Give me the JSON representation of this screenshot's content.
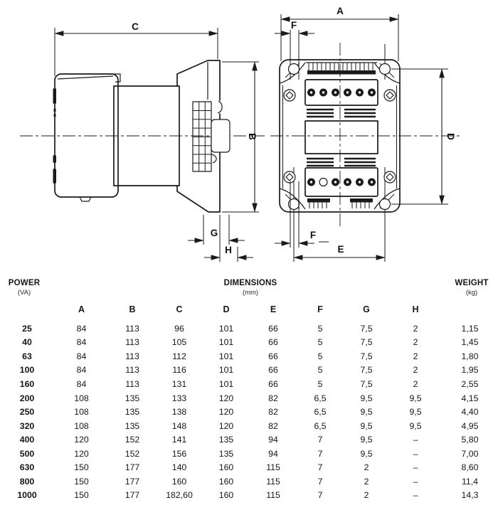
{
  "drawing": {
    "side_view": {
      "labels": {
        "c": "C",
        "b": "B",
        "g": "G",
        "h": "H"
      }
    },
    "front_view": {
      "labels": {
        "a": "A",
        "f_top": "F",
        "d": "D",
        "f_bottom": "F",
        "e": "E"
      }
    }
  },
  "table": {
    "power_header": "POWER",
    "power_unit": "(VA)",
    "dimensions_header": "DIMENSIONS",
    "dimensions_unit": "(mm)",
    "weight_header": "WEIGHT",
    "weight_unit": "(kg)",
    "columns": [
      "A",
      "B",
      "C",
      "D",
      "E",
      "F",
      "G",
      "H"
    ],
    "rows": [
      {
        "power": "25",
        "values": [
          "84",
          "113",
          "96",
          "101",
          "66",
          "5",
          "7,5",
          "2"
        ],
        "weight": "1,15"
      },
      {
        "power": "40",
        "values": [
          "84",
          "113",
          "105",
          "101",
          "66",
          "5",
          "7,5",
          "2"
        ],
        "weight": "1,45"
      },
      {
        "power": "63",
        "values": [
          "84",
          "113",
          "112",
          "101",
          "66",
          "5",
          "7,5",
          "2"
        ],
        "weight": "1,80"
      },
      {
        "power": "100",
        "values": [
          "84",
          "113",
          "116",
          "101",
          "66",
          "5",
          "7,5",
          "2"
        ],
        "weight": "1,95"
      },
      {
        "power": "160",
        "values": [
          "84",
          "113",
          "131",
          "101",
          "66",
          "5",
          "7,5",
          "2"
        ],
        "weight": "2,55"
      },
      {
        "power": "200",
        "values": [
          "108",
          "135",
          "133",
          "120",
          "82",
          "6,5",
          "9,5",
          "9,5"
        ],
        "weight": "4,15"
      },
      {
        "power": "250",
        "values": [
          "108",
          "135",
          "138",
          "120",
          "82",
          "6,5",
          "9,5",
          "9,5"
        ],
        "weight": "4,40"
      },
      {
        "power": "320",
        "values": [
          "108",
          "135",
          "148",
          "120",
          "82",
          "6,5",
          "9,5",
          "9,5"
        ],
        "weight": "4,95"
      },
      {
        "power": "400",
        "values": [
          "120",
          "152",
          "141",
          "135",
          "94",
          "7",
          "9,5",
          "–"
        ],
        "weight": "5,80"
      },
      {
        "power": "500",
        "values": [
          "120",
          "152",
          "156",
          "135",
          "94",
          "7",
          "9,5",
          "–"
        ],
        "weight": "7,00"
      },
      {
        "power": "630",
        "values": [
          "150",
          "177",
          "140",
          "160",
          "115",
          "7",
          "2",
          "–"
        ],
        "weight": "8,60"
      },
      {
        "power": "800",
        "values": [
          "150",
          "177",
          "160",
          "160",
          "115",
          "7",
          "2",
          "–"
        ],
        "weight": "11,4"
      },
      {
        "power": "1000",
        "values": [
          "150",
          "177",
          "182,60",
          "160",
          "115",
          "7",
          "2",
          "–"
        ],
        "weight": "14,3"
      }
    ]
  }
}
